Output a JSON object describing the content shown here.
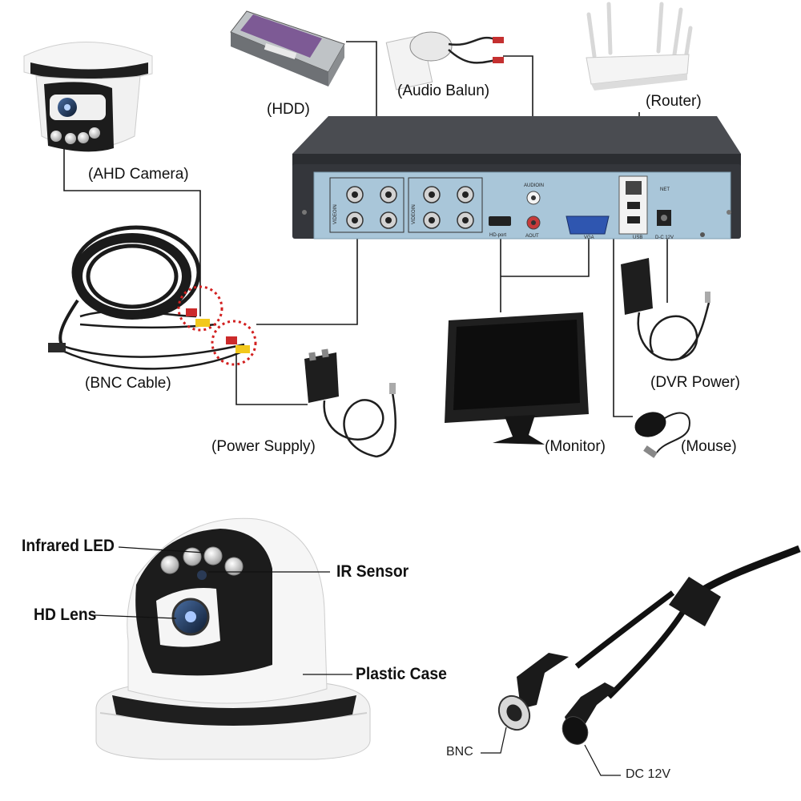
{
  "wiring_diagram": {
    "labels": {
      "hdd": "(HDD)",
      "audio_balun": "(Audio Balun)",
      "router": "(Router)",
      "ahd_camera": "(AHD Camera)",
      "bnc_cable": "(BNC Cable)",
      "power_supply": "(Power Supply)",
      "monitor": "(Monitor)",
      "dvr_power": "(DVR Power)",
      "mouse": "(Mouse)"
    },
    "dvr_panel": {
      "video_in_left": "VIDEOIN",
      "video_in_right": "VIDEOIN",
      "audio_in": "AUDIOIN",
      "audio_out": "AOUT",
      "hdmi": "HD-port",
      "vga": "VGA",
      "net": "NET",
      "usb": "USB",
      "dc": "D-C 12V"
    }
  },
  "camera_callouts": {
    "infrared_led": "Infrared LED",
    "ir_sensor": "IR Sensor",
    "hd_lens": "HD Lens",
    "plastic_case": "Plastic Case"
  },
  "cable_callouts": {
    "bnc": "BNC",
    "dc": "DC 12V"
  },
  "colors": {
    "dvr_body": "#3d3f44",
    "dvr_panel": "#a9c6d9",
    "hdd_label": "#7d5a95",
    "wire": "#1a1a1a",
    "highlight_circle": "#d21f1f",
    "rca_yellow": "#f2c81c",
    "rca_red": "#cc2a2a"
  }
}
